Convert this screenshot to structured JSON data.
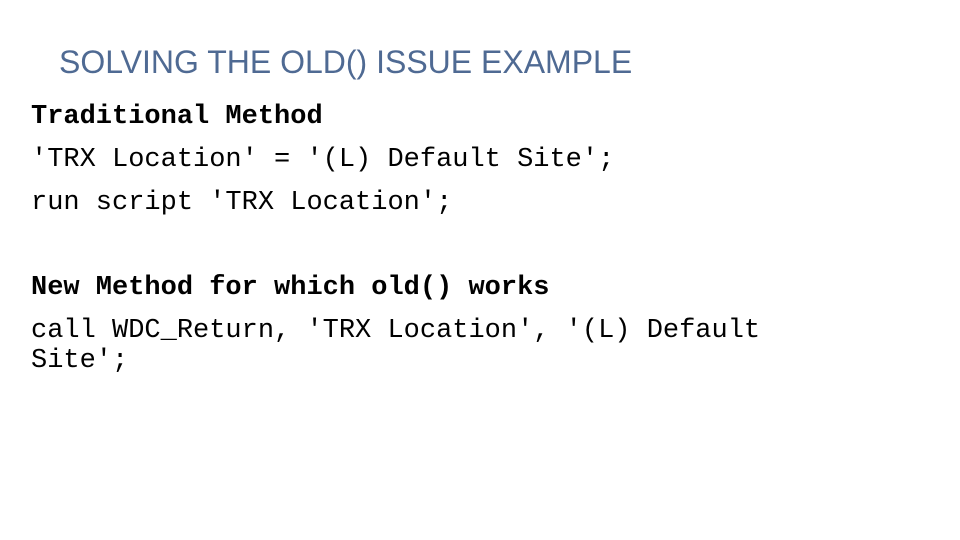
{
  "slide": {
    "title": "SOLVING THE OLD() ISSUE EXAMPLE",
    "sections": [
      {
        "heading": "Traditional Method",
        "lines": [
          "'TRX Location' = '(L) Default Site';",
          "run script 'TRX Location';"
        ]
      },
      {
        "heading": "New Method for which old() works",
        "lines": [
          "call WDC_Return, 'TRX Location', '(L) Default Site';"
        ]
      }
    ]
  },
  "colors": {
    "title": "#4f6a93",
    "body_text": "#000000",
    "background": "#ffffff"
  }
}
